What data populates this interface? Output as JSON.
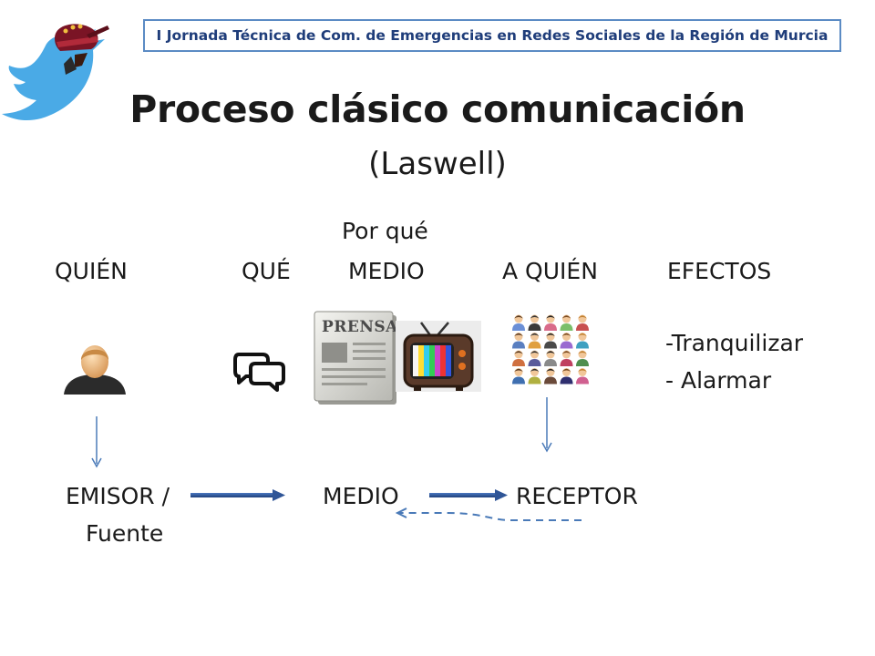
{
  "banner": "I Jornada Técnica de Com. de Emergencias en Redes Sociales de la Región de Murcia",
  "title": "Proceso clásico comunicación",
  "subtitle": "(Laswell)",
  "why": "Por qué",
  "headers": {
    "who": "QUIÉN",
    "what": "QUÉ",
    "medium": "MEDIO",
    "to_whom": "A QUIÉN",
    "effects": "EFECTOS"
  },
  "effects": [
    "-Tranquilizar",
    "- Alarmar"
  ],
  "newspaper_label": "PRENSA",
  "flow": {
    "sender": "EMISOR /",
    "sender_line2": "Fuente",
    "medium": "MEDIO",
    "receiver": "RECEPTOR"
  },
  "colors": {
    "banner_border": "#5b8bc4",
    "arrow": "#2f5597",
    "thin_arrow": "#4a7ab8",
    "twitter_blue": "#4aaae6"
  },
  "icons": {
    "logo": "twitter-bird-helmet-icon",
    "who": "user-icon",
    "what": "speech-bubbles-icon",
    "medium_print": "newspaper-icon",
    "medium_tv": "television-icon",
    "audience": "people-grid-icon"
  }
}
